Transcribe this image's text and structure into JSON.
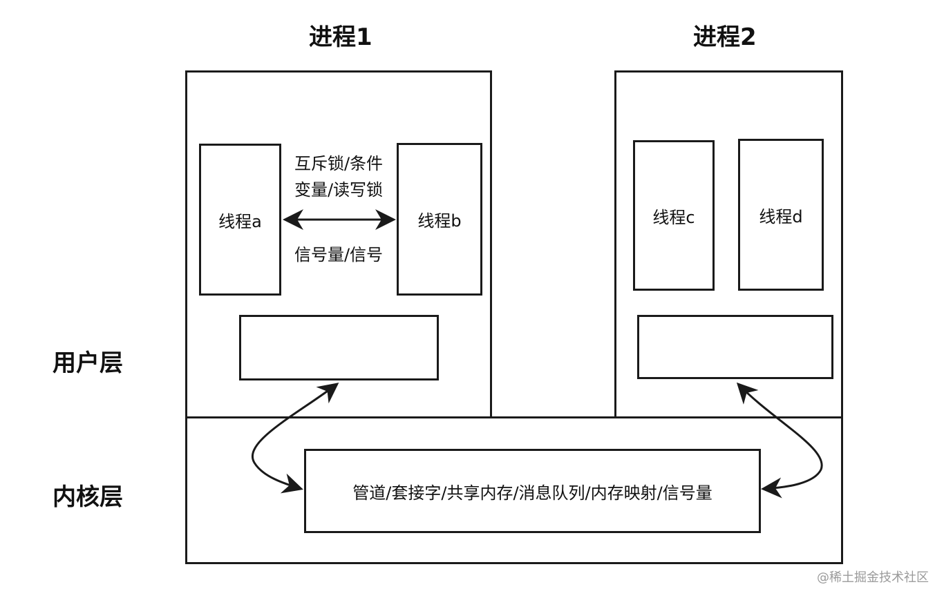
{
  "process1": {
    "title": "进程1"
  },
  "process2": {
    "title": "进程2"
  },
  "layers": {
    "user": "用户层",
    "kernel": "内核层"
  },
  "threads": {
    "a": "线程a",
    "b": "线程b",
    "c": "线程c",
    "d": "线程d"
  },
  "sync": {
    "line1": "互斥锁/条件",
    "line2": "变量/读写锁",
    "line3": "信号量/信号"
  },
  "kernel_ipc": "管道/套接字/共享内存/消息队列/内存映射/信号量",
  "watermark": "@稀土掘金技术社区"
}
